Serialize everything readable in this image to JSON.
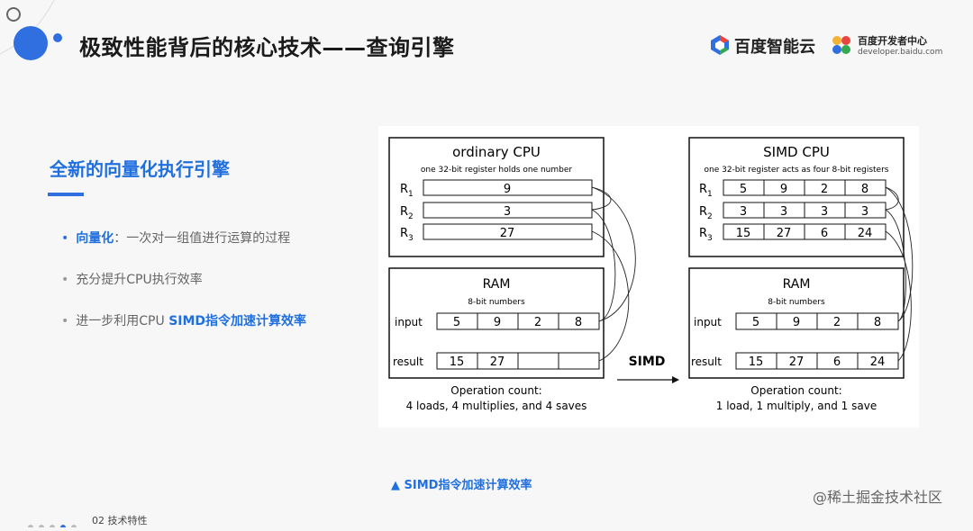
{
  "header": {
    "title": "极致性能背后的核心技术——查询引擎",
    "brand_cloud": "百度智能云",
    "brand_dev_title": "百度开发者中心",
    "brand_dev_url": "developer.baidu.com"
  },
  "left": {
    "section_title": "全新的向量化执行引擎",
    "bullets": [
      {
        "strong": "向量化",
        "text": "：一次对一组值进行运算的过程"
      },
      {
        "text": "充分提升CPU执行效率"
      },
      {
        "text": "进一步利用CPU ",
        "strong_tail": "SIMD指令加速计算效率"
      }
    ]
  },
  "diagram": {
    "left_cpu": {
      "title": "ordinary CPU",
      "subtitle": "one 32-bit register holds one number",
      "registers": [
        {
          "label": "R",
          "sub": "1",
          "values": [
            "9"
          ]
        },
        {
          "label": "R",
          "sub": "2",
          "values": [
            "3"
          ]
        },
        {
          "label": "R",
          "sub": "3",
          "values": [
            "27"
          ]
        }
      ]
    },
    "left_ram": {
      "title": "RAM",
      "subtitle": "8-bit numbers",
      "input_label": "input",
      "input_values": [
        "5",
        "9",
        "2",
        "8"
      ],
      "result_label": "result",
      "result_values": [
        "15",
        "27",
        "",
        ""
      ]
    },
    "left_ops": {
      "line1": "Operation count:",
      "line2": "4 loads, 4 multiplies, and 4 saves"
    },
    "arrow_label": "SIMD",
    "right_cpu": {
      "title": "SIMD CPU",
      "subtitle": "one 32-bit register acts as four 8-bit registers",
      "registers": [
        {
          "label": "R",
          "sub": "1",
          "values": [
            "5",
            "9",
            "2",
            "8"
          ]
        },
        {
          "label": "R",
          "sub": "2",
          "values": [
            "3",
            "3",
            "3",
            "3"
          ]
        },
        {
          "label": "R",
          "sub": "3",
          "values": [
            "15",
            "27",
            "6",
            "24"
          ]
        }
      ]
    },
    "right_ram": {
      "title": "RAM",
      "subtitle": "8-bit numbers",
      "input_label": "input",
      "input_values": [
        "5",
        "9",
        "2",
        "8"
      ],
      "result_label": "result",
      "result_values": [
        "15",
        "27",
        "6",
        "24"
      ]
    },
    "right_ops": {
      "line1": "Operation count:",
      "line2": "1 load, 1 multiply, and 1 save"
    }
  },
  "caption": "▲ SIMD指令加速计算效率",
  "watermark": "@稀土掘金技术社区",
  "footer": "02 技术特性",
  "colors": {
    "accent": "#1f6fde",
    "logo_blue": "#2f6fe0"
  }
}
